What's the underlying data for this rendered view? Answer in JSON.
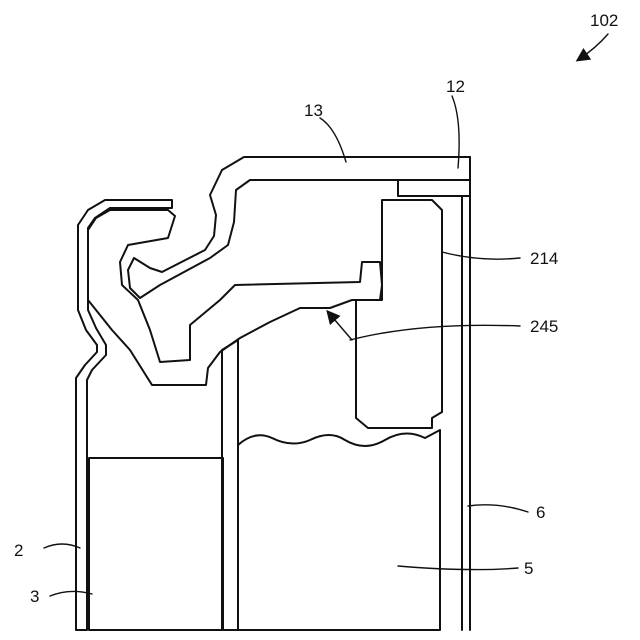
{
  "figure": {
    "reference_number": "102",
    "labels": {
      "cap": "13",
      "top_plate": "12",
      "gasket": "214",
      "gasket_contact": "245",
      "battery_can": "2",
      "separator": "3",
      "electrolyte_body": "5",
      "center_region": "6"
    }
  }
}
